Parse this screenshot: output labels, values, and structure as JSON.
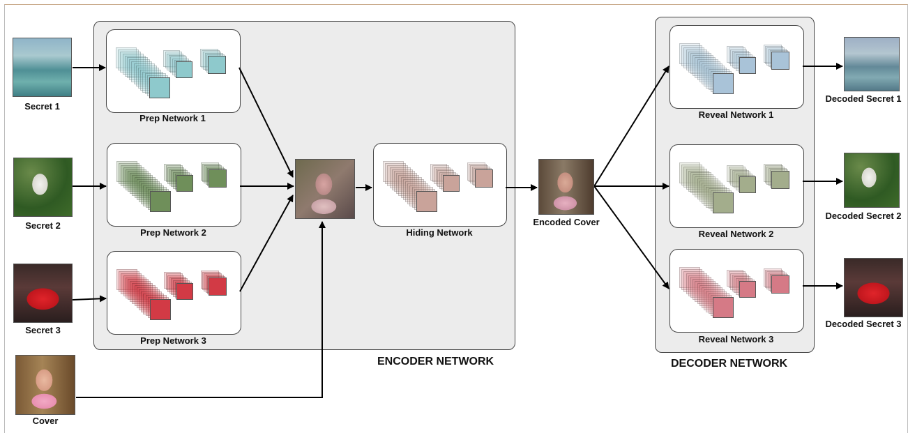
{
  "inputs": {
    "secret1": "Secret 1",
    "secret2": "Secret 2",
    "secret3": "Secret 3",
    "cover": "Cover"
  },
  "encoder": {
    "title": "ENCODER NETWORK",
    "prep1": "Prep Network 1",
    "prep2": "Prep Network 2",
    "prep3": "Prep Network 3",
    "hiding": "Hiding Network"
  },
  "encoded_cover": "Encoded Cover",
  "decoder": {
    "title": "DECODER NETWORK",
    "reveal1": "Reveal Network 1",
    "reveal2": "Reveal Network 2",
    "reveal3": "Reveal Network 3"
  },
  "outputs": {
    "decoded1": "Decoded Secret 1",
    "decoded2": "Decoded Secret 2",
    "decoded3": "Decoded Secret 3"
  },
  "colors": {
    "venice": "#8ec9cc",
    "dog": "#6f8f5a",
    "car": "#d23a45",
    "face": "#c9a39a",
    "reveal1": "#a9c3d8",
    "reveal2": "#a3ad8c",
    "reveal3": "#d57a86"
  }
}
